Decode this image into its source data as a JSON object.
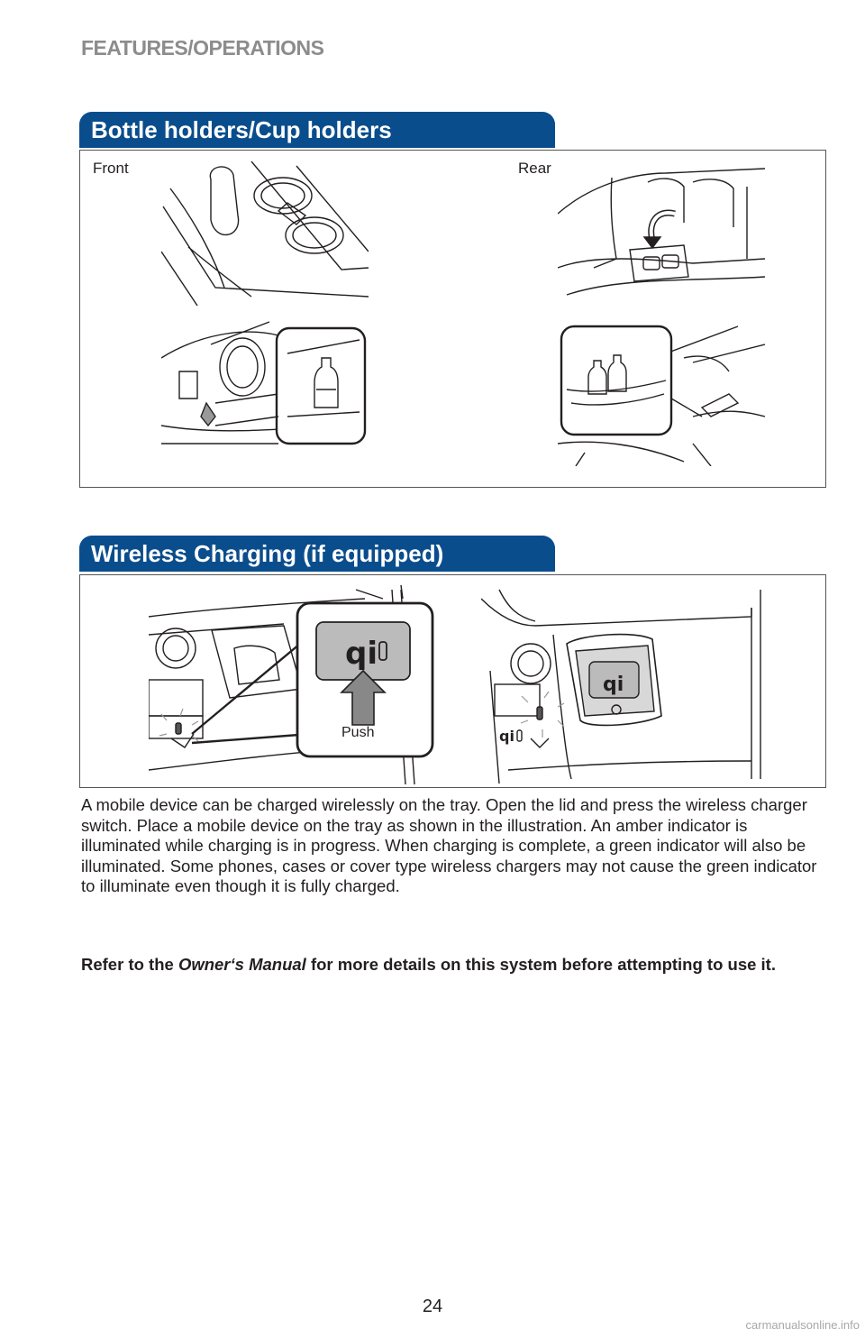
{
  "header": {
    "section": "FEATURES/OPERATIONS"
  },
  "bottle_section": {
    "title": "Bottle holders/Cup holders",
    "front_label": "Front",
    "rear_label": "Rear"
  },
  "wireless_section": {
    "title": "Wireless Charging (if equipped)",
    "push_label": "Push",
    "description": "A mobile device can be charged wirelessly on the tray. Open the lid and press the wireless charger switch. Place a mobile device on the tray as shown in the illustration. An amber indicator is illuminated while charging is in progress. When charging is complete, a green indicator will also be illuminated. Some phones, cases or cover type wireless chargers may not cause the green indicator to illuminate even though it is fully charged.",
    "note_prefix": "Refer to the ",
    "note_manual": "Owner‘s Manual",
    "note_suffix": " for more details on this system before attempting to use it."
  },
  "footer": {
    "page_number": "24",
    "watermark": "carmanualsonline.info"
  },
  "colors": {
    "section_tab": "#0a4d8c",
    "header_text": "#8c8c8c"
  }
}
